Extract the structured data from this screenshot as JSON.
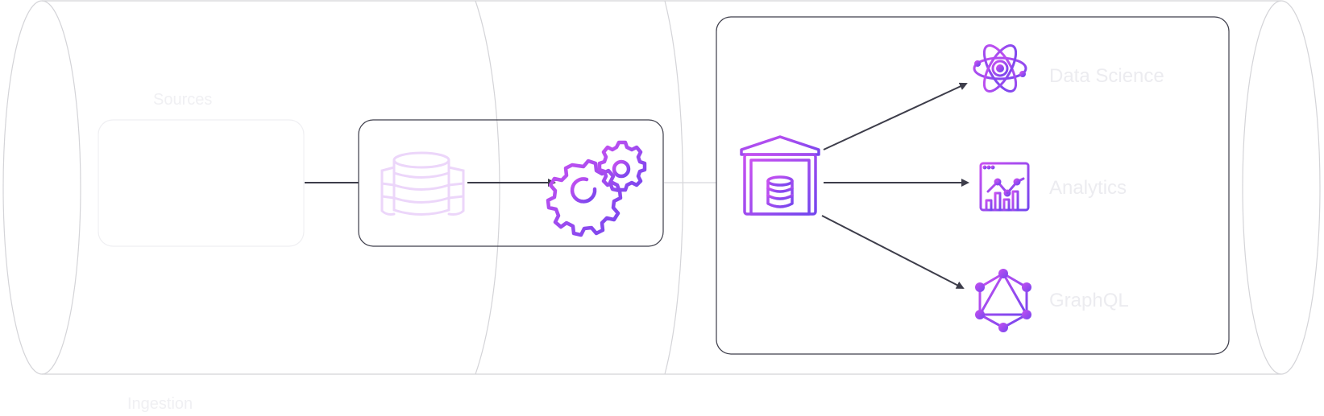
{
  "diagram": {
    "top_label": "Sources",
    "bottom_label": "Ingestion",
    "destinations": [
      {
        "label": "Data Science",
        "icon": "atom-icon"
      },
      {
        "label": "Analytics",
        "icon": "analytics-dashboard-icon"
      },
      {
        "label": "GraphQL",
        "icon": "graphql-icon"
      }
    ],
    "icons": {
      "database": "database-stack-icon",
      "processing": "gears-icon",
      "warehouse": "warehouse-icon"
    },
    "colors": {
      "accent_start": "#c44ff0",
      "accent_end": "#7a4cf0",
      "stroke": "#3d3d4a",
      "faint_line": "#d8d8dc"
    }
  }
}
